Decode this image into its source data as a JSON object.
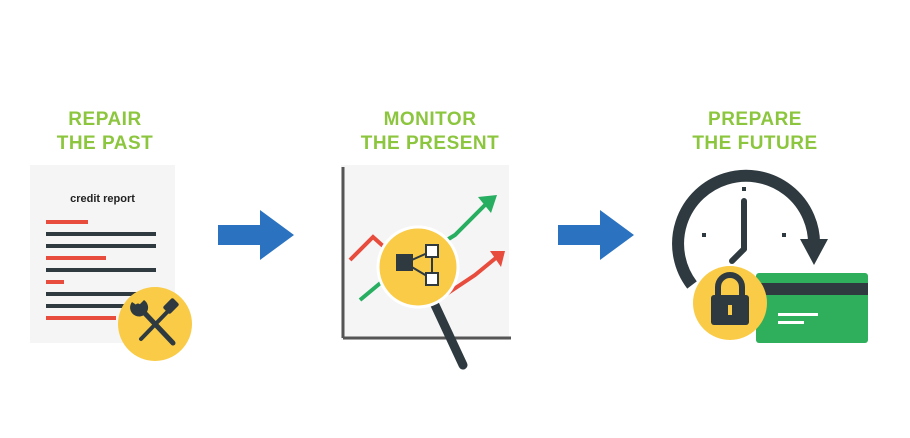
{
  "steps": [
    {
      "title_line1": "REPAIR",
      "title_line2": "THE PAST",
      "illustration": "credit-report-with-tools-icon",
      "document_label": "credit report"
    },
    {
      "title_line1": "MONITOR",
      "title_line2": "THE PRESENT",
      "illustration": "trend-chart-magnifier-icon"
    },
    {
      "title_line1": "PREPARE",
      "title_line2": "THE FUTURE",
      "illustration": "clock-lock-credit-card-icon"
    }
  ],
  "colors": {
    "heading": "#8cc63f",
    "arrow": "#2b73c1",
    "badge": "#f9cb47",
    "dark": "#2e3a40",
    "red": "#e74c3c",
    "green": "#27ae60",
    "card": "#2fae5c"
  }
}
